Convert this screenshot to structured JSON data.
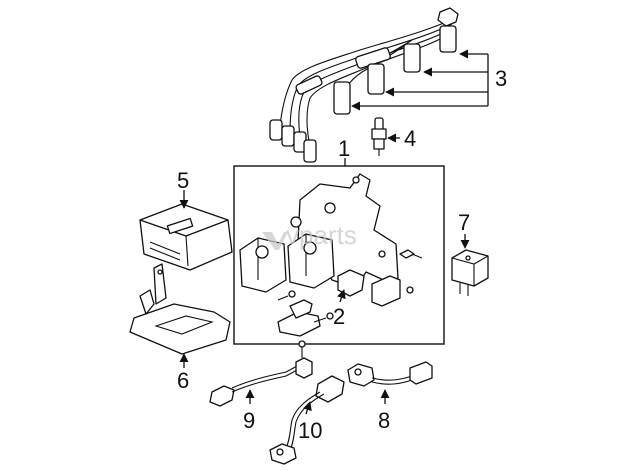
{
  "watermark": {
    "brand": "vparts",
    "logo_mark_icon": "cvp-logo-icon"
  },
  "callouts": [
    {
      "id": "1",
      "label": "1"
    },
    {
      "id": "2",
      "label": "2"
    },
    {
      "id": "3",
      "label": "3"
    },
    {
      "id": "4",
      "label": "4"
    },
    {
      "id": "5",
      "label": "5"
    },
    {
      "id": "6",
      "label": "6"
    },
    {
      "id": "7",
      "label": "7"
    },
    {
      "id": "8",
      "label": "8"
    },
    {
      "id": "9",
      "label": "9"
    },
    {
      "id": "10",
      "label": "10"
    }
  ],
  "parts": [
    {
      "callout": "1",
      "icon": "ignition-coil-assembly-icon"
    },
    {
      "callout": "2",
      "icon": "coil-bracket-icon"
    },
    {
      "callout": "3",
      "icon": "spark-plug-wire-set-icon"
    },
    {
      "callout": "4",
      "icon": "spark-plug-icon"
    },
    {
      "callout": "5",
      "icon": "ecm-module-icon"
    },
    {
      "callout": "6",
      "icon": "ecm-bracket-icon"
    },
    {
      "callout": "7",
      "icon": "relay-icon"
    },
    {
      "callout": "8",
      "icon": "crankshaft-sensor-icon"
    },
    {
      "callout": "9",
      "icon": "camshaft-sensor-icon"
    },
    {
      "callout": "10",
      "icon": "knock-sensor-icon"
    }
  ]
}
